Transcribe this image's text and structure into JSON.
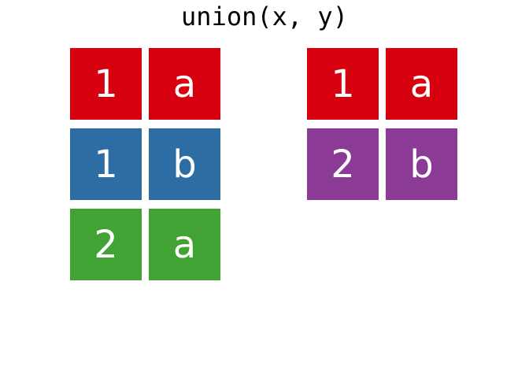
{
  "title": "union(x, y)",
  "colors": {
    "red": "#d7000f",
    "blue": "#2e6da4",
    "green": "#42a335",
    "purple": "#8b3a96",
    "cell_text": "#ffffff",
    "title_text": "#000000",
    "background": "#ffffff"
  },
  "tables": {
    "x": {
      "rows": [
        {
          "color": "red",
          "cells": [
            "1",
            "a"
          ]
        },
        {
          "color": "blue",
          "cells": [
            "1",
            "b"
          ]
        },
        {
          "color": "green",
          "cells": [
            "2",
            "a"
          ]
        }
      ]
    },
    "result": {
      "rows": [
        {
          "color": "red",
          "cells": [
            "1",
            "a"
          ]
        },
        {
          "color": "purple",
          "cells": [
            "2",
            "b"
          ]
        }
      ]
    }
  }
}
